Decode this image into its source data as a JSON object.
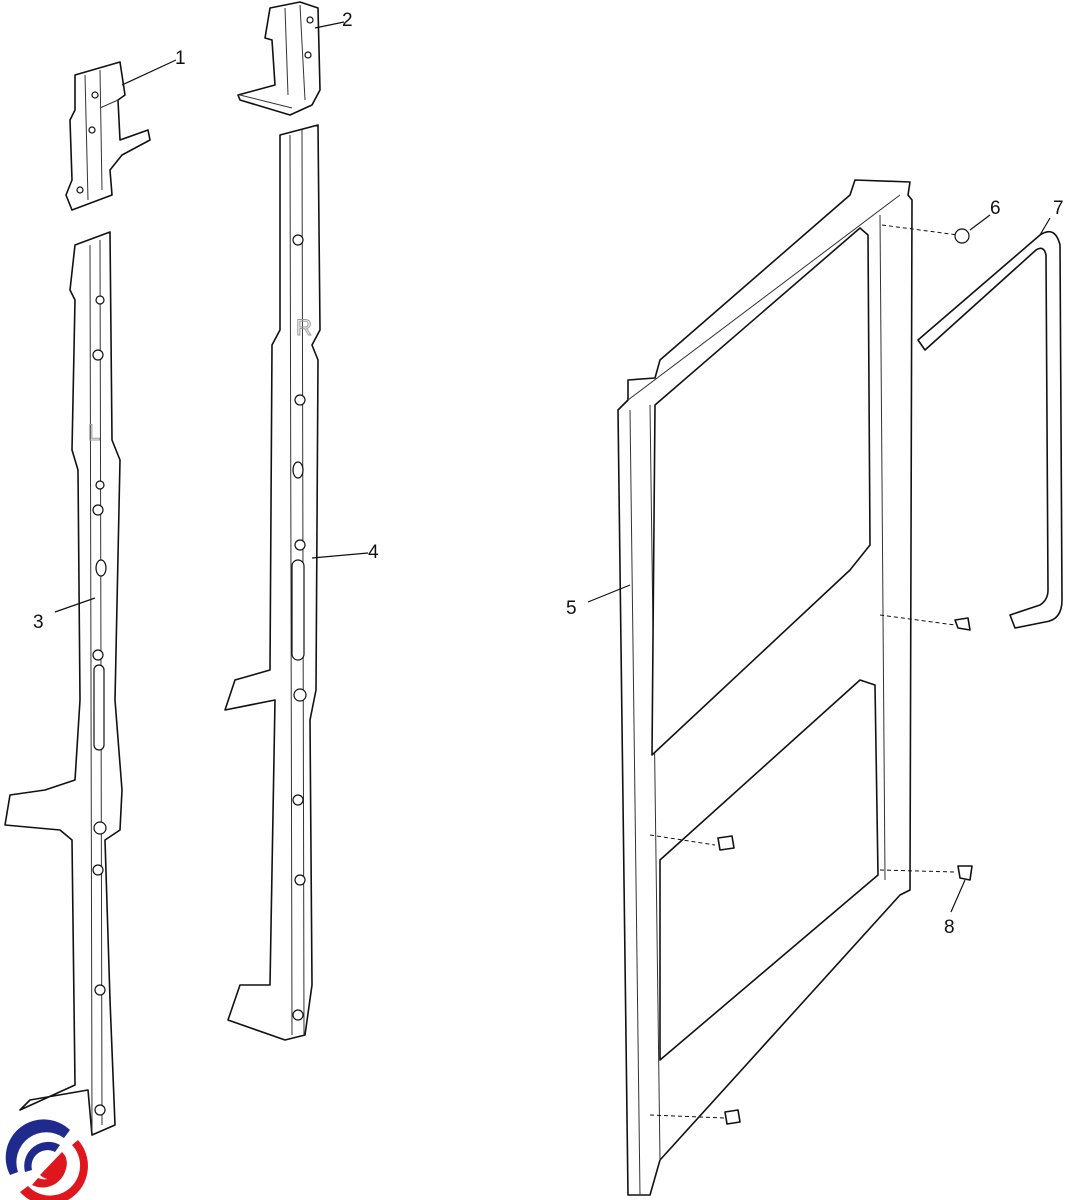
{
  "diagram": {
    "callouts": [
      {
        "id": "1",
        "label": "1"
      },
      {
        "id": "2",
        "label": "2"
      },
      {
        "id": "3",
        "label": "3"
      },
      {
        "id": "4",
        "label": "4"
      },
      {
        "id": "5",
        "label": "5"
      },
      {
        "id": "6",
        "label": "6"
      },
      {
        "id": "7",
        "label": "7"
      },
      {
        "id": "8",
        "label": "8"
      }
    ],
    "rail_marks": {
      "left": "L",
      "right": "R"
    },
    "logo": {
      "name": "brand-logo",
      "colors": {
        "blue": "#1f2a8c",
        "red": "#e0161e"
      }
    }
  }
}
